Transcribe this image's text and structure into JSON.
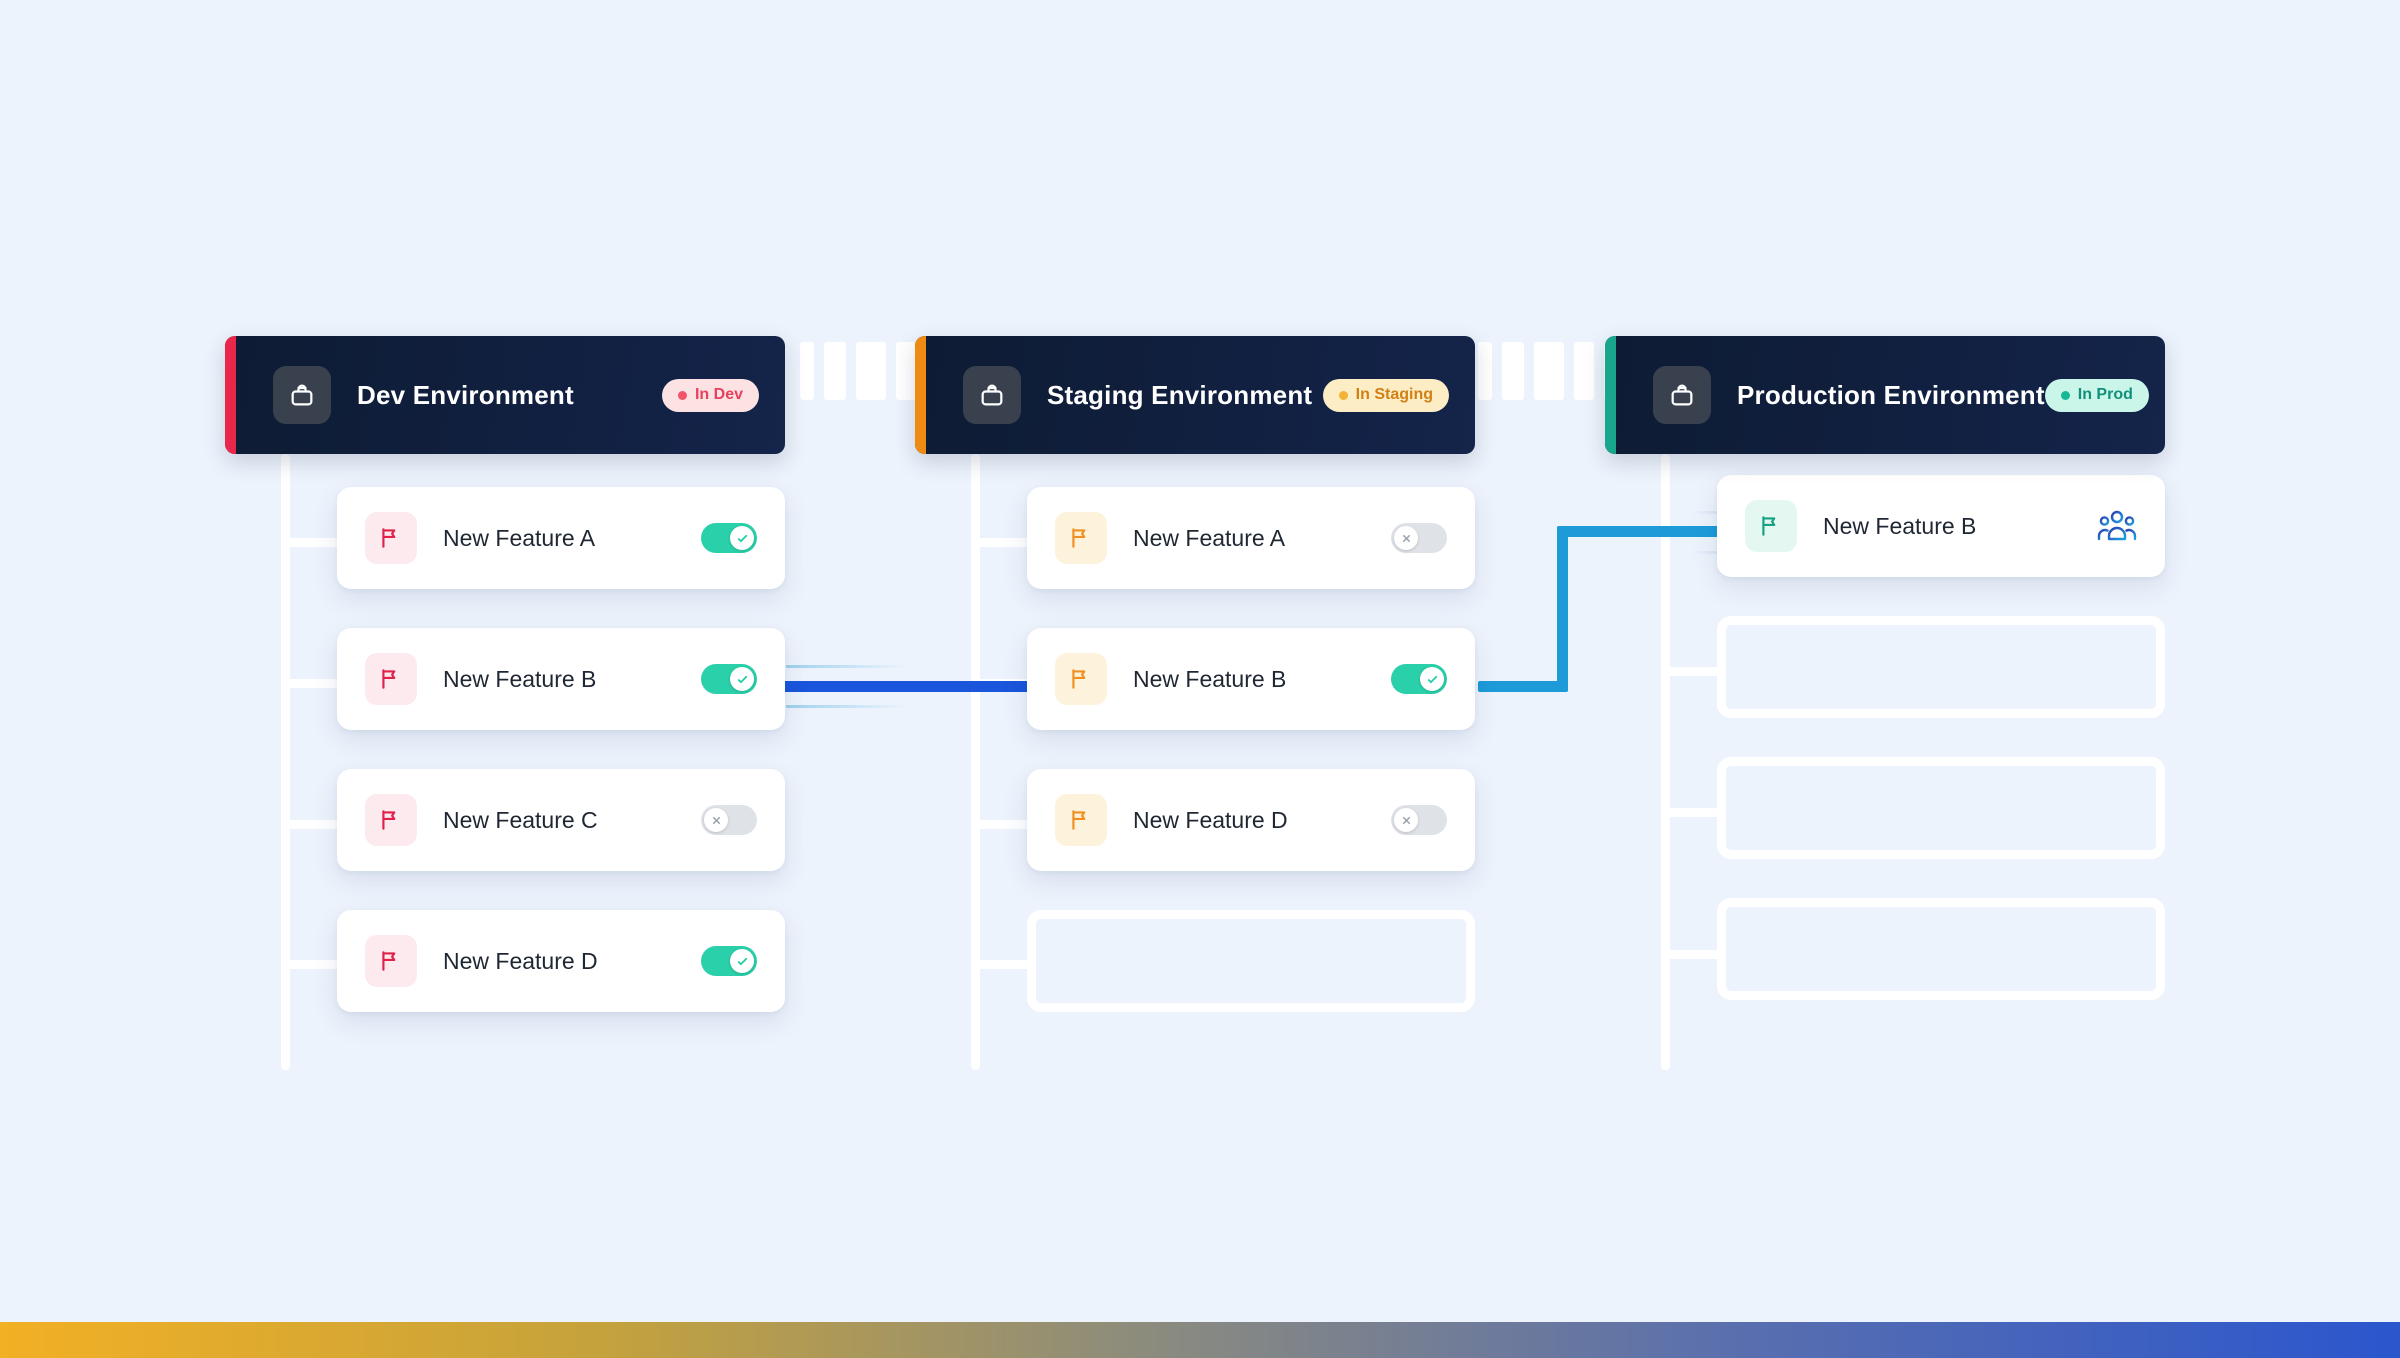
{
  "page": {
    "background_color": "#edf3fc",
    "bottom_bar_gradient": [
      "#f2b024",
      "#2b56cd"
    ]
  },
  "environments": [
    {
      "id": "dev",
      "title": "Dev Environment",
      "icon": "package-icon",
      "accent_color": "#e8274b",
      "badge": {
        "label": "In Dev",
        "bg": "#fde2e4",
        "fg": "#e8415f",
        "dot": "#f2536b"
      },
      "flag_color": "#e0214a",
      "flag_bg": "#fdeaef",
      "features": [
        {
          "label": "New Feature A",
          "toggle": "on"
        },
        {
          "label": "New Feature B",
          "toggle": "on"
        },
        {
          "label": "New Feature C",
          "toggle": "off"
        },
        {
          "label": "New Feature D",
          "toggle": "on"
        }
      ]
    },
    {
      "id": "staging",
      "title": "Staging Environment",
      "icon": "package-icon",
      "accent_color": "#ef8a12",
      "badge": {
        "label": "In Staging",
        "bg": "#fcedc4",
        "fg": "#d08116",
        "dot": "#f1b434"
      },
      "flag_color": "#ef9020",
      "flag_bg": "#fdf3dd",
      "features": [
        {
          "label": "New Feature A",
          "toggle": "off"
        },
        {
          "label": "New Feature B",
          "toggle": "on"
        },
        {
          "label": "New Feature D",
          "toggle": "off"
        },
        {
          "label": "",
          "toggle": "none",
          "empty": true
        }
      ]
    },
    {
      "id": "production",
      "title": "Production Environment",
      "icon": "package-icon",
      "accent_color": "#18a68d",
      "badge": {
        "label": "In Prod",
        "bg": "#c9f6e8",
        "fg": "#12907c",
        "dot": "#16b896"
      },
      "flag_color": "#16a085",
      "flag_bg": "#e4f8f1",
      "features": [
        {
          "label": "New Feature B",
          "toggle": "users"
        },
        {
          "label": "",
          "toggle": "none",
          "empty": true
        },
        {
          "label": "",
          "toggle": "none",
          "empty": true
        },
        {
          "label": "",
          "toggle": "none",
          "empty": true
        }
      ]
    }
  ],
  "toggle_states": {
    "on_color": "#2ad0a9",
    "off_color": "#dfe3e8",
    "on_glyph": "check-icon",
    "off_glyph": "close-icon"
  },
  "connectors": [
    {
      "from": "dev.New Feature B",
      "to": "staging.New Feature B",
      "color": "#1a56db"
    },
    {
      "from": "staging.New Feature B",
      "to": "production.New Feature B",
      "color": "#1d9bd8"
    }
  ]
}
